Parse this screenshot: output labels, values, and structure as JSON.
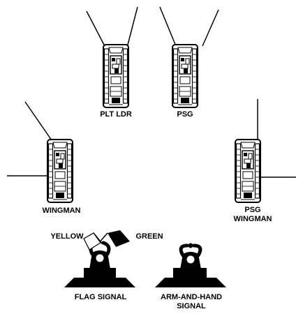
{
  "vehicles": {
    "plt_ldr": {
      "label": "PLT LDR"
    },
    "psg": {
      "label": "PSG"
    },
    "wingman": {
      "label": "WINGMAN"
    },
    "psg_wingman": {
      "label_line1": "PSG",
      "label_line2": "WINGMAN"
    }
  },
  "signals": {
    "flag_colors": {
      "yellow": "YELLOW",
      "green": "GREEN"
    },
    "flag": {
      "label": "FLAG SIGNAL"
    },
    "arm_and_hand": {
      "label_line1": "ARM-AND-HAND",
      "label_line2": "SIGNAL"
    }
  },
  "colors": {
    "ink": "#000000",
    "background": "#ffffff"
  },
  "icons": [
    "tank-top-view-icon",
    "soldier-with-flags-icon",
    "soldier-arm-signal-icon"
  ]
}
